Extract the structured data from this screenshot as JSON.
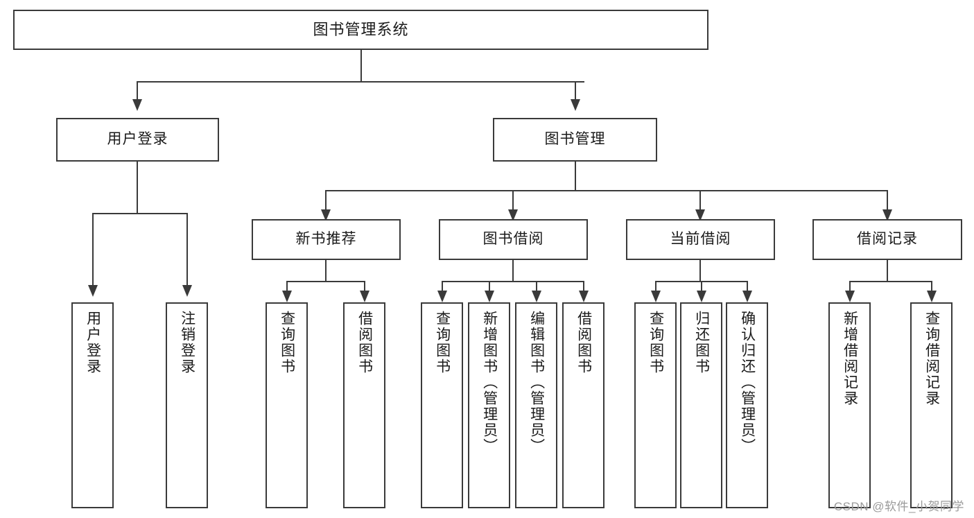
{
  "diagram": {
    "title": "图书管理系统",
    "type": "tree-hierarchy-chart",
    "watermark": "CSDN @软件_小贺同学",
    "colors": {
      "stroke": "#3a3a3a",
      "fill": "#ffffff",
      "text": "#1a1a1a",
      "watermark": "#9a9a9a"
    }
  },
  "nodes": {
    "root": {
      "label": "图书管理系统"
    },
    "level2": [
      {
        "id": "user-login",
        "label": "用户登录"
      },
      {
        "id": "book-manage",
        "label": "图书管理"
      }
    ],
    "level3": [
      {
        "id": "new-book-recommend",
        "label": "新书推荐"
      },
      {
        "id": "book-borrow",
        "label": "图书借阅"
      },
      {
        "id": "current-borrow",
        "label": "当前借阅"
      },
      {
        "id": "borrow-record",
        "label": "借阅记录"
      }
    ],
    "leaves": {
      "user-login": [
        {
          "id": "leaf-user-login",
          "label": "用户登录"
        },
        {
          "id": "leaf-logout",
          "label": "注销登录"
        }
      ],
      "new-book-recommend": [
        {
          "id": "leaf-query-book-1",
          "label": "查询图书"
        },
        {
          "id": "leaf-borrow-book-1",
          "label": "借阅图书"
        }
      ],
      "book-borrow": [
        {
          "id": "leaf-query-book-2",
          "label": "查询图书"
        },
        {
          "id": "leaf-add-book",
          "label": "新增图书（管理员）"
        },
        {
          "id": "leaf-edit-book",
          "label": "编辑图书（管理员）"
        },
        {
          "id": "leaf-borrow-book-2",
          "label": "借阅图书"
        }
      ],
      "current-borrow": [
        {
          "id": "leaf-query-book-3",
          "label": "查询图书"
        },
        {
          "id": "leaf-return-book",
          "label": "归还图书"
        },
        {
          "id": "leaf-confirm-return",
          "label": "确认归还（管理员）"
        }
      ],
      "borrow-record": [
        {
          "id": "leaf-add-record",
          "label": "新增借阅记录"
        },
        {
          "id": "leaf-query-record",
          "label": "查询借阅记录"
        }
      ]
    }
  }
}
